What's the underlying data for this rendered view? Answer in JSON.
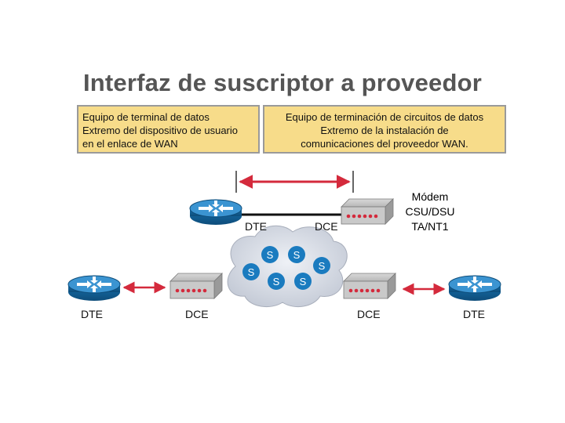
{
  "title": "Interfaz de suscriptor a proveedor",
  "dte_box": {
    "lines": [
      "Equipo de terminal de datos",
      "Extremo del dispositivo de usuario",
      "en el enlace de WAN"
    ]
  },
  "dce_box": {
    "lines": [
      "Equipo de terminación de circuitos de datos",
      "Extremo de la instalación de",
      "comunicaciones del proveedor WAN."
    ]
  },
  "device_labels": {
    "modem": "Módem",
    "csu_dsu": "CSU/DSU",
    "ta_nt1": "TA/NT1",
    "top_dte": "DTE",
    "top_dce": "DCE",
    "bottom_left_dte": "DTE",
    "bottom_left_dce": "DCE",
    "bottom_right_dce": "DCE",
    "bottom_right_dte": "DTE"
  },
  "cloud_switch_label": "S",
  "colors": {
    "box_fill": "#f7dc8a",
    "arrow": "#d42a3c",
    "router": "#1a7bbf",
    "cloud": "#d8dde6",
    "switch": "#1a7bbf"
  }
}
